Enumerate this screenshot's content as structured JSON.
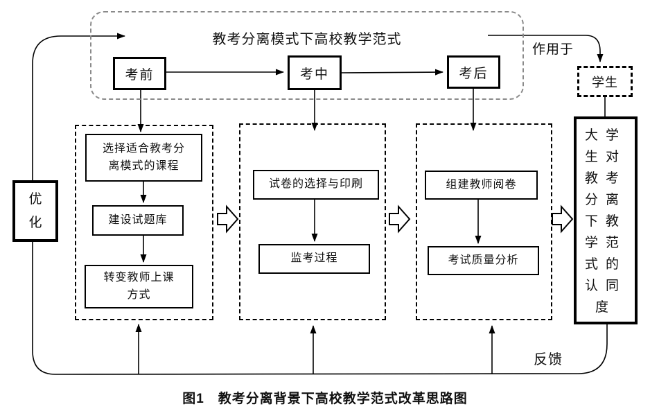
{
  "diagram": {
    "top_container": {
      "title": "教考分离模式下高校教学范式",
      "stages": [
        {
          "label": "考前"
        },
        {
          "label": "考中"
        },
        {
          "label": "考后"
        }
      ]
    },
    "phase_columns": [
      {
        "steps": [
          "选择适合教考分离模式的课程",
          "建设试题库",
          "转变教师上课方式"
        ]
      },
      {
        "steps": [
          "试卷的选择与印刷",
          "监考过程"
        ]
      },
      {
        "steps": [
          "组建教师阅卷",
          "考试质量分析"
        ]
      }
    ],
    "optimize_label": "优化",
    "student_label": "学生",
    "outcome_label": "大学生对教考分离下教学范式的认同度",
    "acts_on_label": "作用于",
    "feedback_label": "反馈",
    "caption": "图1　教考分离背景下高校教学范式改革思路图"
  },
  "colors": {
    "line": "#000000",
    "container_dash": "#8a8a8a",
    "background": "#ffffff"
  }
}
